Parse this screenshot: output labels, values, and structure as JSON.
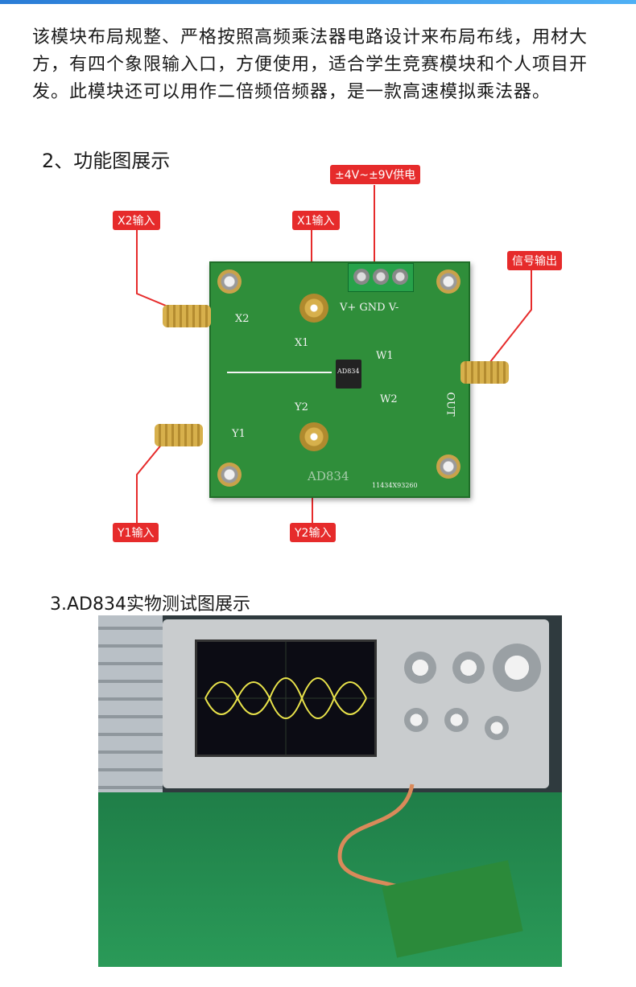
{
  "intro_text": "该模块布局规整、严格按照高频乘法器电路设计来布局布线，用材大方，有四个象限输入口，方便使用，适合学生竞赛模块和个人项目开发。此模块还可以用作二倍频倍频器，是一款高速模拟乘法器。",
  "section2_title": "2、功能图展示",
  "section3_title": "3.AD834实物测试图展示",
  "callouts": {
    "power": "±4V~±9V供电",
    "x1": "X1输入",
    "x2": "X2输入",
    "y1": "Y1输入",
    "y2": "Y2输入",
    "out": "信号输出"
  },
  "pcb": {
    "x2": "X2",
    "x1": "X1",
    "y1": "Y1",
    "y2": "Y2",
    "w1": "W1",
    "w2": "W2",
    "out": "OUT",
    "power_pins": "V+ GND V-",
    "chip": "AD834",
    "board_name": "AD834",
    "serial": "11434X93260"
  },
  "colors": {
    "callout": "#e62b2b",
    "pcb": "#2f8e3a",
    "waveform": "#e8e24a"
  }
}
